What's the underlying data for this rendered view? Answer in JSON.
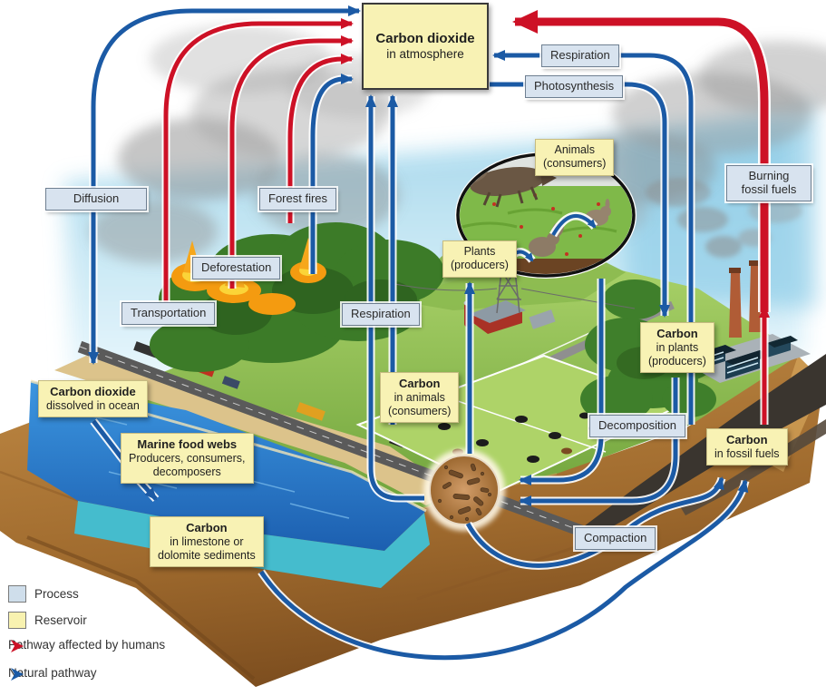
{
  "reservoirs": {
    "atmosphere": {
      "title": "Carbon dioxide",
      "line2": "in atmosphere"
    },
    "ocean": {
      "title": "Carbon dioxide",
      "line2": "dissolved in ocean"
    },
    "marine": {
      "title": "Marine food webs",
      "line2": "Producers, consumers,",
      "line3": "decomposers"
    },
    "limestone": {
      "title": "Carbon",
      "line2": "in limestone or",
      "line3": "dolomite sediments"
    },
    "carbon_animals": {
      "title": "Carbon",
      "line2": "in animals",
      "line3": "(consumers)"
    },
    "plants": {
      "line1": "Plants",
      "line2": "(producers)"
    },
    "animals": {
      "line1": "Animals",
      "line2": "(consumers)"
    },
    "carbon_plants": {
      "title": "Carbon",
      "line2": "in plants",
      "line3": "(producers)"
    },
    "fossil": {
      "title": "Carbon",
      "line2": "in fossil fuels"
    }
  },
  "processes": {
    "diffusion": "Diffusion",
    "transportation": "Transportation",
    "deforestation": "Deforestation",
    "forest_fires": "Forest fires",
    "respiration_left": "Respiration",
    "respiration_right": "Respiration",
    "photosynthesis": "Photosynthesis",
    "decomposition": "Decomposition",
    "compaction": "Compaction",
    "burning": "Burning fossil fuels"
  },
  "legend": {
    "items": [
      {
        "swatch": "process-swatch",
        "label": "Process"
      },
      {
        "swatch": "reservoir-swatch",
        "label": "Reservoir"
      },
      {
        "swatch": "human-pathway-arrow-icon",
        "label": "Pathway affected by humans"
      },
      {
        "swatch": "natural-pathway-arrow-icon",
        "label": "Natural pathway"
      }
    ]
  },
  "colors": {
    "human_pathway": "#cd1126",
    "natural_pathway": "#1b5aa5",
    "process_fill": "#d8e3ef",
    "reservoir_fill": "#f8f2b4"
  }
}
